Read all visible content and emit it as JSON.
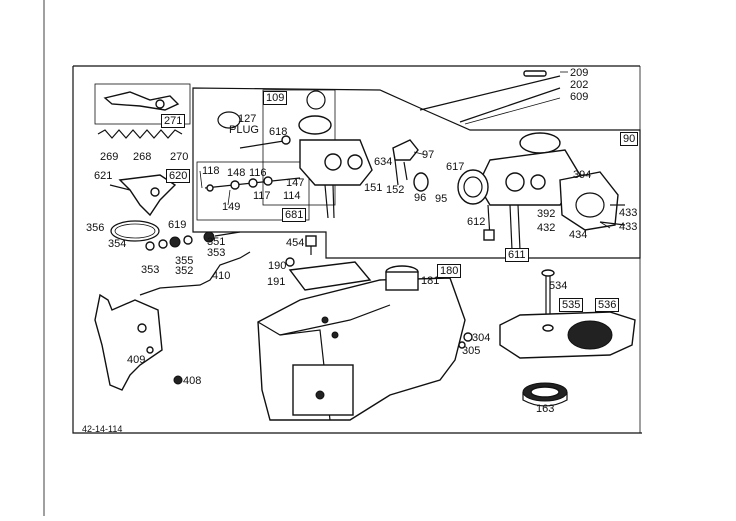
{
  "diagram": {
    "code": "42-14-114",
    "labels": {
      "l209": "209",
      "l202": "202",
      "l609": "609",
      "l90": "90",
      "l271": "271",
      "l109": "109",
      "l127": "127",
      "plug": "PLUG",
      "l618": "618",
      "l269": "269",
      "l268": "268",
      "l270": "270",
      "l621": "621",
      "l620": "620",
      "l118": "118",
      "l148": "148",
      "l116": "116",
      "l147": "147",
      "l114": "114",
      "l117": "117",
      "l149": "149",
      "l681": "681",
      "l634": "634",
      "l97": "97",
      "l151": "151",
      "l152": "152",
      "l96": "96",
      "l95": "95",
      "l617": "617",
      "l394": "394",
      "l392": "392",
      "l432": "432",
      "l433a": "433",
      "l433b": "433",
      "l434": "434",
      "l612": "612",
      "l611": "611",
      "l619": "619",
      "l356": "356",
      "l354": "354",
      "l353": "353",
      "l355": "355",
      "l352": "352",
      "l351": "351",
      "l353b": "353",
      "l410": "410",
      "l454": "454",
      "l190": "190",
      "l191": "191",
      "l180": "180",
      "l181": "181",
      "l534": "534",
      "l535": "535",
      "l536": "536",
      "l304": "304",
      "l305": "305",
      "l409": "409",
      "l408": "408",
      "l163": "163"
    }
  }
}
